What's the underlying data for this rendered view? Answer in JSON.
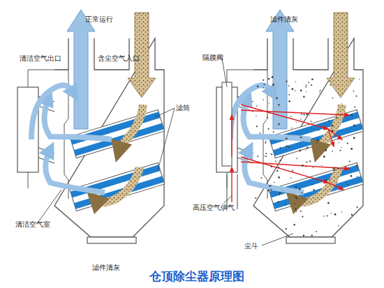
{
  "diagram": {
    "caption": "仓顶除尘器原理图",
    "labels": [
      "正常运行",
      "清洁空气出口",
      "含尘空气入口",
      "滤筒",
      "清洁空气室",
      "滤件清灰",
      "滤件清灰",
      "隔膜阀",
      "高压空气供气",
      "尘斗"
    ]
  }
}
